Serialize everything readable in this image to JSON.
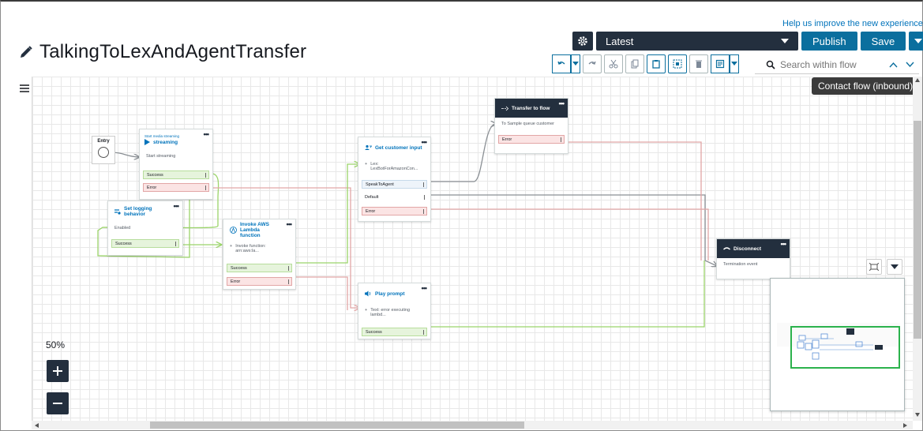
{
  "header": {
    "help_link": "Help us improve the new experience",
    "flow_title": "TalkingToLexAndAgentTransfer",
    "version_selected": "Latest",
    "publish_label": "Publish",
    "save_label": "Save",
    "search_placeholder": "Search within flow",
    "tooltip": "Contact flow (inbound)"
  },
  "canvas": {
    "zoom_level": "50%",
    "zoom_in": "+",
    "zoom_out": "−"
  },
  "blocks": {
    "entry": {
      "label": "Entry"
    },
    "start_streaming": {
      "type": "Start media streaming",
      "title": "streaming",
      "body": "Start streaming",
      "branches": [
        "Success",
        "Error"
      ]
    },
    "set_logging": {
      "title": "Set logging behavior",
      "body": "Enabled",
      "branches": [
        "Success"
      ]
    },
    "invoke_lambda": {
      "title": "Invoke AWS Lambda function",
      "body": "Invoke function: arn:aws:la...",
      "branches": [
        "Success",
        "Error"
      ]
    },
    "get_input": {
      "title": "Get customer input",
      "body": "Lex: LexBotForAmazonCon...",
      "branches": [
        "SpeakToAgent",
        "Default",
        "Error"
      ]
    },
    "play_prompt": {
      "title": "Play prompt",
      "body": "Text: error executing lambd...",
      "branches": [
        "Success"
      ]
    },
    "transfer_flow": {
      "title": "Transfer to flow",
      "body": "To Sample queue customer",
      "branches": [
        "Error"
      ]
    },
    "disconnect": {
      "title": "Disconnect",
      "body": "Termination event"
    }
  },
  "colors": {
    "success_wire": "#9bd46a",
    "error_wire": "#e2a6a6",
    "neutral_wire": "#8a8f94",
    "accent": "#0b6f9e",
    "dark": "#232f3e"
  }
}
